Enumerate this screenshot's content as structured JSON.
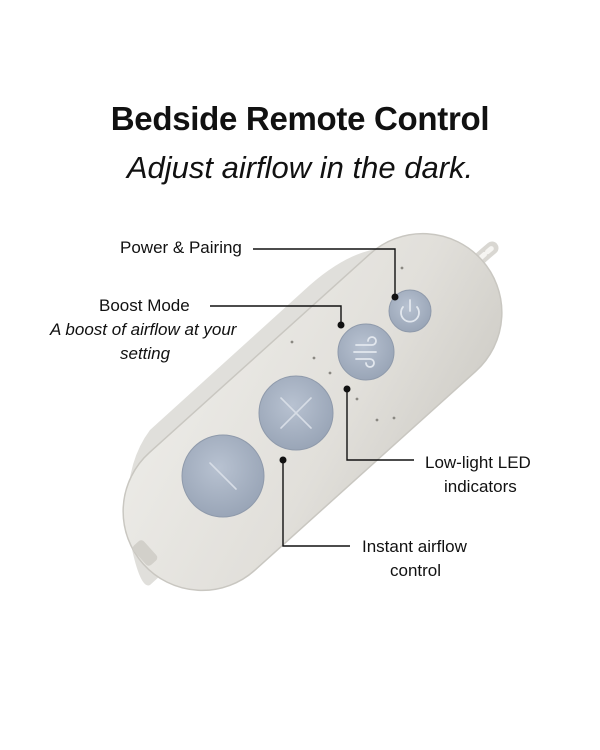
{
  "header": {
    "title": "Bedside Remote Control",
    "subtitle": "Adjust airflow in the dark."
  },
  "callouts": {
    "power": {
      "label": "Power & Pairing"
    },
    "boost": {
      "label": "Boost Mode",
      "description_line1": "A boost of airflow at your",
      "description_line2": "setting"
    },
    "led": {
      "line1": "Low-light LED",
      "line2": "indicators"
    },
    "airflow": {
      "line1": "Instant airflow",
      "line2": "control"
    }
  },
  "icons": {
    "power_button": "power-icon",
    "boost_button": "airflow-swirl-icon",
    "plus_button": "plus-icon",
    "minus_button": "minus-icon"
  },
  "colors": {
    "remote_body": "#e3e1dc",
    "button": "#a9b4c4",
    "leader_line": "#111111"
  }
}
